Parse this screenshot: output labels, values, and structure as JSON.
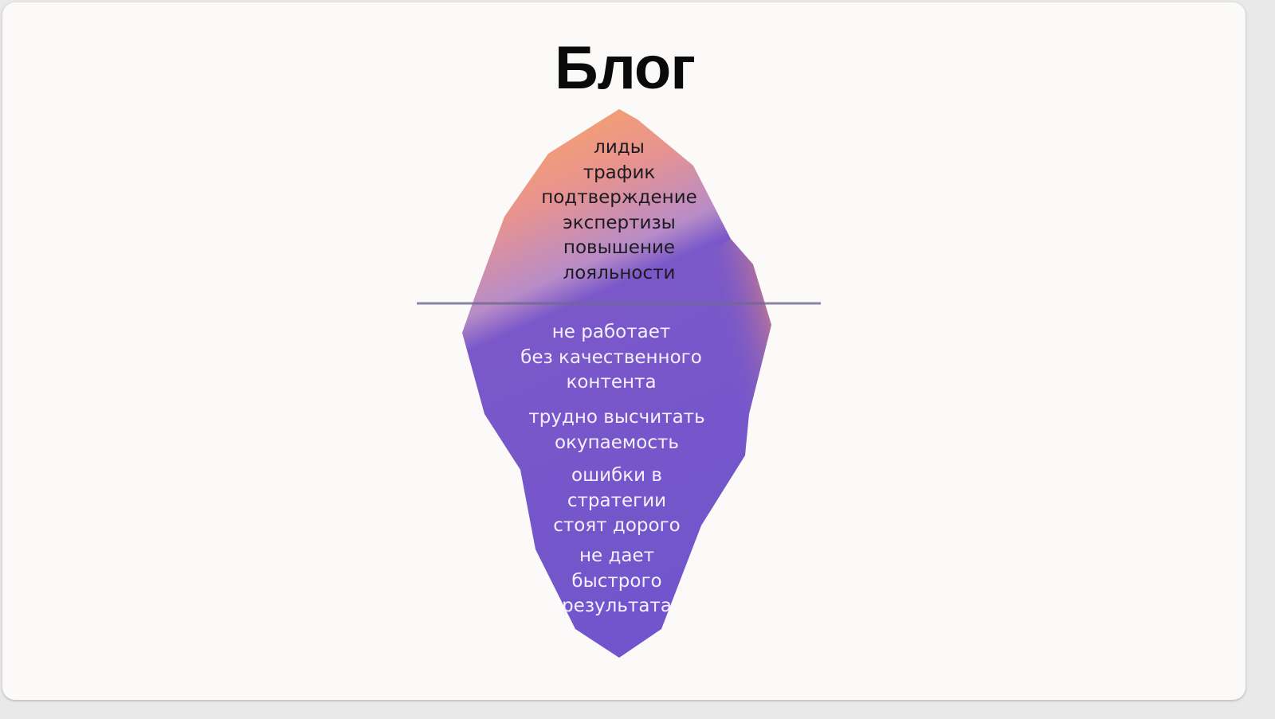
{
  "title": "Блог",
  "above_water": [
    "лиды",
    "трафик",
    "подтверждение",
    "экспертизы",
    "повышение",
    "лояльности"
  ],
  "below_water": [
    [
      "не работает",
      "без качественного",
      "контента"
    ],
    [
      "трудно высчитать",
      "окупаемость"
    ],
    [
      "ошибки в",
      "стратегии",
      "стоят дорого"
    ],
    [
      "не дает",
      "быстрого",
      "результата"
    ]
  ],
  "colors": {
    "top": "#fbaa5e",
    "middle": "#e59a95",
    "bottom": "#7657c9",
    "waterline": "#7a7595"
  }
}
